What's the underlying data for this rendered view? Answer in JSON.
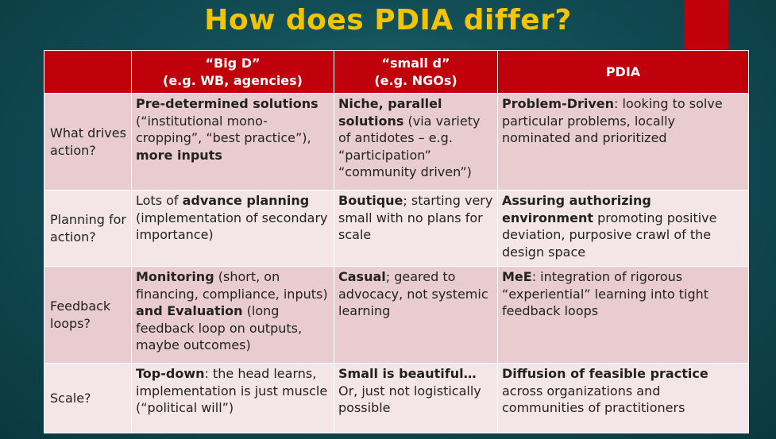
{
  "slide": {
    "title": "How does PDIA differ?"
  },
  "table": {
    "columns": [
      {
        "line1": "",
        "line2": ""
      },
      {
        "line1": "“Big D”",
        "line2": "(e.g. WB,  agencies)"
      },
      {
        "line1": "“small d”",
        "line2": "(e.g. NGOs)"
      },
      {
        "line1": "PDIA",
        "line2": ""
      }
    ],
    "rows": [
      {
        "label": "What drives action?",
        "big_d": {
          "b1": "Pre-determined solutions",
          "t1": " (“institutional mono-cropping”, “best practice”), ",
          "b2": "more inputs"
        },
        "small_d": {
          "b1": "Niche, parallel solutions",
          "t1": " (via variety of antidotes – e.g. “participation” “community driven”)"
        },
        "pdia": {
          "b1": "Problem-Driven",
          "t1": ": looking to solve particular problems, locally nominated and prioritized"
        }
      },
      {
        "label": "Planning for action?",
        "big_d": {
          "t0": "Lots of ",
          "b1": "advance planning",
          "t1": " (implementation of secondary importance)"
        },
        "small_d": {
          "b1": "Boutique",
          "t1": "; starting very small with no plans for scale"
        },
        "pdia": {
          "b1": "Assuring authorizing environment",
          "t1": " promoting positive deviation, purposive crawl of the design space"
        }
      },
      {
        "label": "Feedback loops?",
        "big_d": {
          "b1": "Monitoring",
          "t1": " (short, on financing, compliance, inputs) ",
          "b2": "and Evaluation",
          "t2": " (long feedback loop on outputs, maybe outcomes)"
        },
        "small_d": {
          "b1": "Casual",
          "t1": "; geared to advocacy, not systemic learning"
        },
        "pdia": {
          "b1": "MeE",
          "t1": ": integration of rigorous “experiential” learning into tight feedback loops"
        }
      },
      {
        "label": "Scale?",
        "big_d": {
          "b1": "Top-down",
          "t1": ": the head learns, implementation is just muscle (“political will”)"
        },
        "small_d": {
          "b1": "Small is beautiful…",
          "t1": " Or, just not logistically possible"
        },
        "pdia": {
          "b1": "Diffusion of feasible practice",
          "t1": " across organizations and communities of practitioners"
        }
      }
    ]
  },
  "colors": {
    "title": "#f5c400",
    "header_bg": "#c0000a",
    "accent": "#c0000a",
    "row_dark": "#e9ccd0",
    "row_light": "#f4e6e8",
    "background": "#124e57"
  }
}
